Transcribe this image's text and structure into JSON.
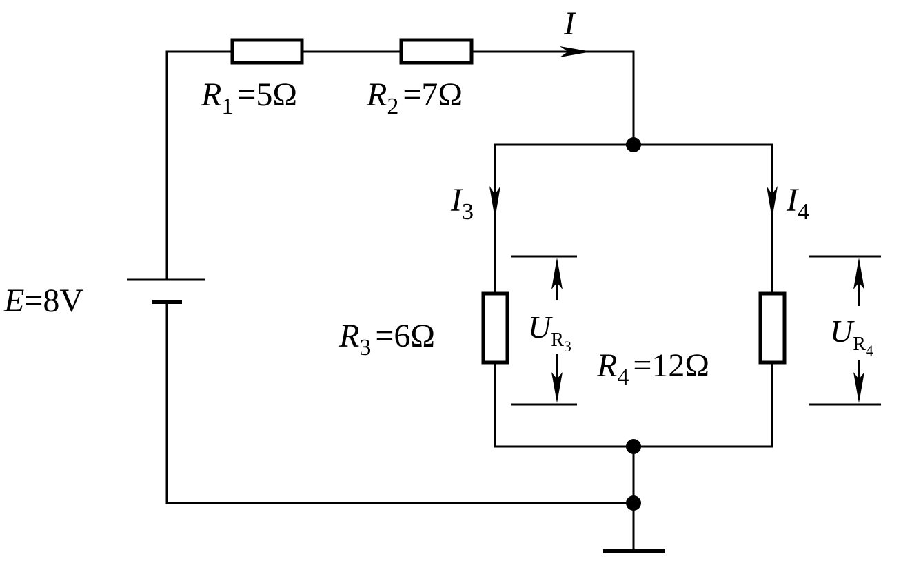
{
  "diagram": {
    "current_main": {
      "symbol": "I",
      "sub": ""
    },
    "current_r3": {
      "symbol": "I",
      "sub": "3"
    },
    "current_r4": {
      "symbol": "I",
      "sub": "4"
    },
    "r1": {
      "symbol": "R",
      "sub": "1",
      "value": "=5Ω"
    },
    "r2": {
      "symbol": "R",
      "sub": "2",
      "value": "=7Ω"
    },
    "r3": {
      "symbol": "R",
      "sub": "3",
      "value": "=6Ω"
    },
    "r4": {
      "symbol": "R",
      "sub": "4",
      "value": "=12Ω"
    },
    "source": {
      "symbol": "E",
      "value": "=8V"
    },
    "u_r3": {
      "symbol": "U",
      "sub": "R",
      "subsub": "3"
    },
    "u_r4": {
      "symbol": "U",
      "sub": "R",
      "subsub": "4"
    }
  }
}
